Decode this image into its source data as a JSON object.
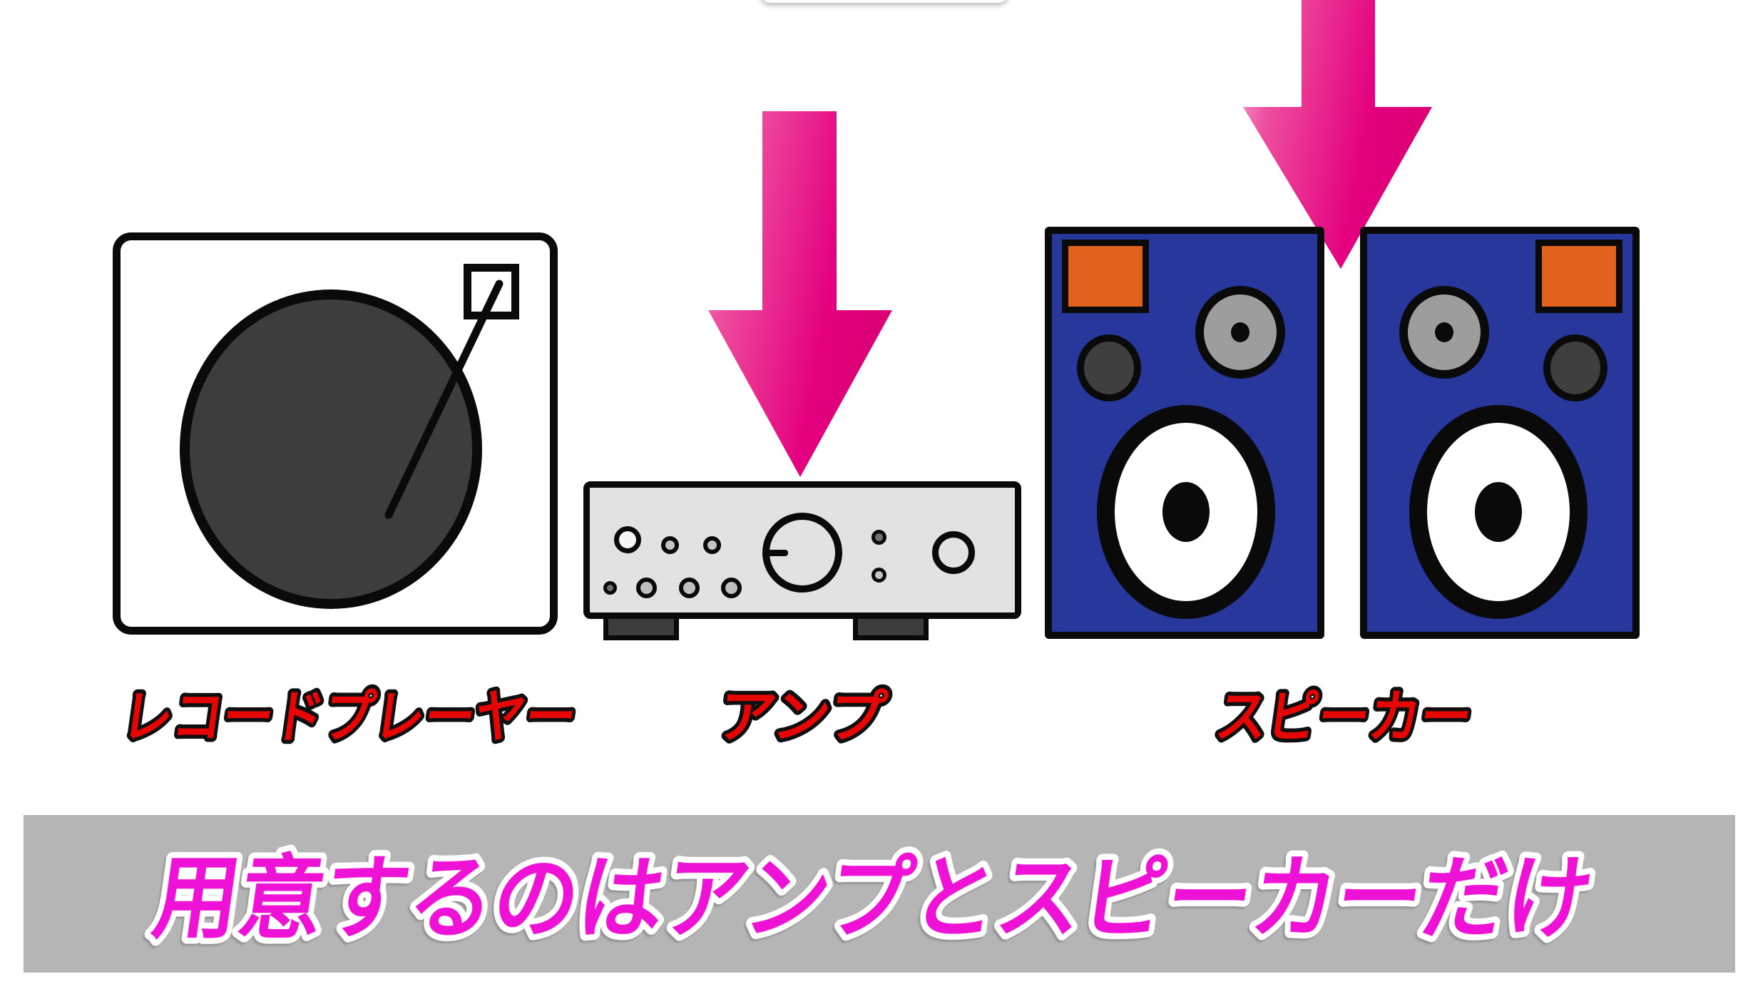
{
  "scene": {
    "description": "Audio setup illustration: record player, amplifier and speaker pair with pink arrows highlighting the amp and speakers",
    "background": "#ffffff"
  },
  "labels": {
    "record_player": "レコードプレーヤー",
    "amplifier": "アンプ",
    "speaker": "スピーカー"
  },
  "banner": {
    "text": "用意するのはアンプとスピーカーだけ",
    "background": "#b5b5b5",
    "text_color": "#ee12d6",
    "outline_color": "#ffffff"
  },
  "colors": {
    "label_red": "#e60606",
    "label_outline": "#0f0f0f",
    "arrow_pink_dark": "#e4007f",
    "arrow_pink_light": "#f6a8d0",
    "speaker_blue": "#27379b",
    "speaker_port_orange": "#e2611f",
    "amp_face_gray": "#e2e2e2",
    "record_gray": "#3d3d3d",
    "outline_black": "#0a0a0a"
  },
  "icons": {
    "record_player": "record-player-icon",
    "amplifier": "amplifier-icon",
    "speaker": "speaker-icon",
    "arrow": "down-arrow-icon"
  }
}
